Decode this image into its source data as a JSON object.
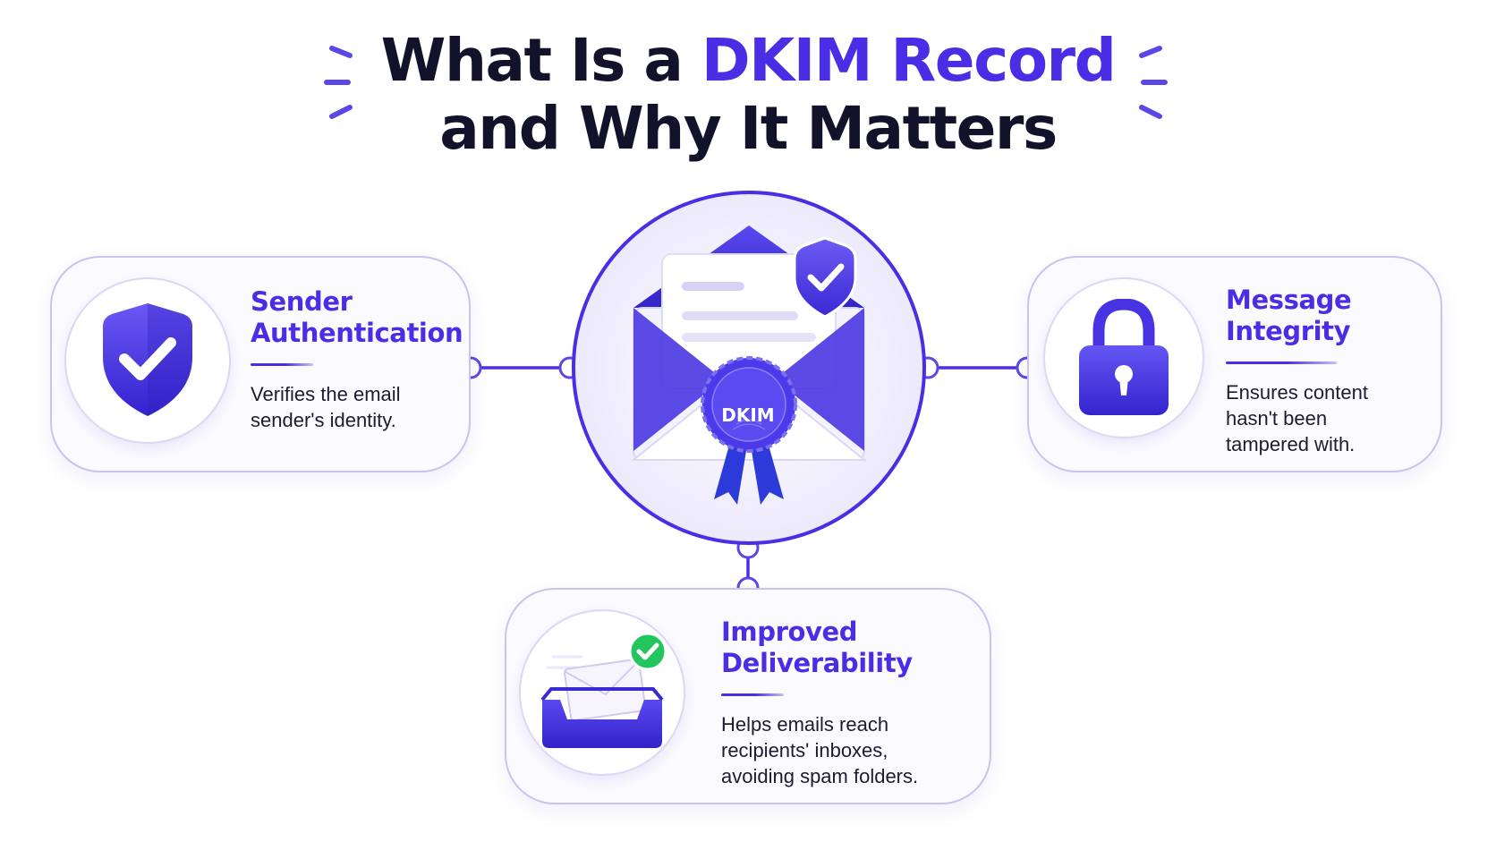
{
  "title": {
    "line1_prefix": "What Is a ",
    "line1_accent": "DKIM Record",
    "line2": "and Why It Matters"
  },
  "hub": {
    "badge_text": "DKIM"
  },
  "cards": {
    "sender": {
      "title_line1": "Sender",
      "title_line2": "Authentication",
      "desc_line1": "Verifies the email",
      "desc_line2": "sender's identity."
    },
    "integrity": {
      "title_line1": "Message",
      "title_line2": "Integrity",
      "desc_line1": "Ensures content",
      "desc_line2": "hasn't been",
      "desc_line3": "tampered with."
    },
    "deliverability": {
      "title_line1": "Improved",
      "title_line2": "Deliverability",
      "desc_line1": "Helps emails reach",
      "desc_line2": "recipients' inboxes,",
      "desc_line3": "avoiding spam folders."
    }
  },
  "colors": {
    "accent": "#4a2ee6",
    "title": "#12122a",
    "card_border": "#cac3ef",
    "success": "#22c55e"
  },
  "icons": {
    "sender": "shield-check-icon",
    "integrity": "padlock-icon",
    "deliverability": "inbox-tray-icon",
    "hub": "envelope-dkim-seal-icon"
  }
}
